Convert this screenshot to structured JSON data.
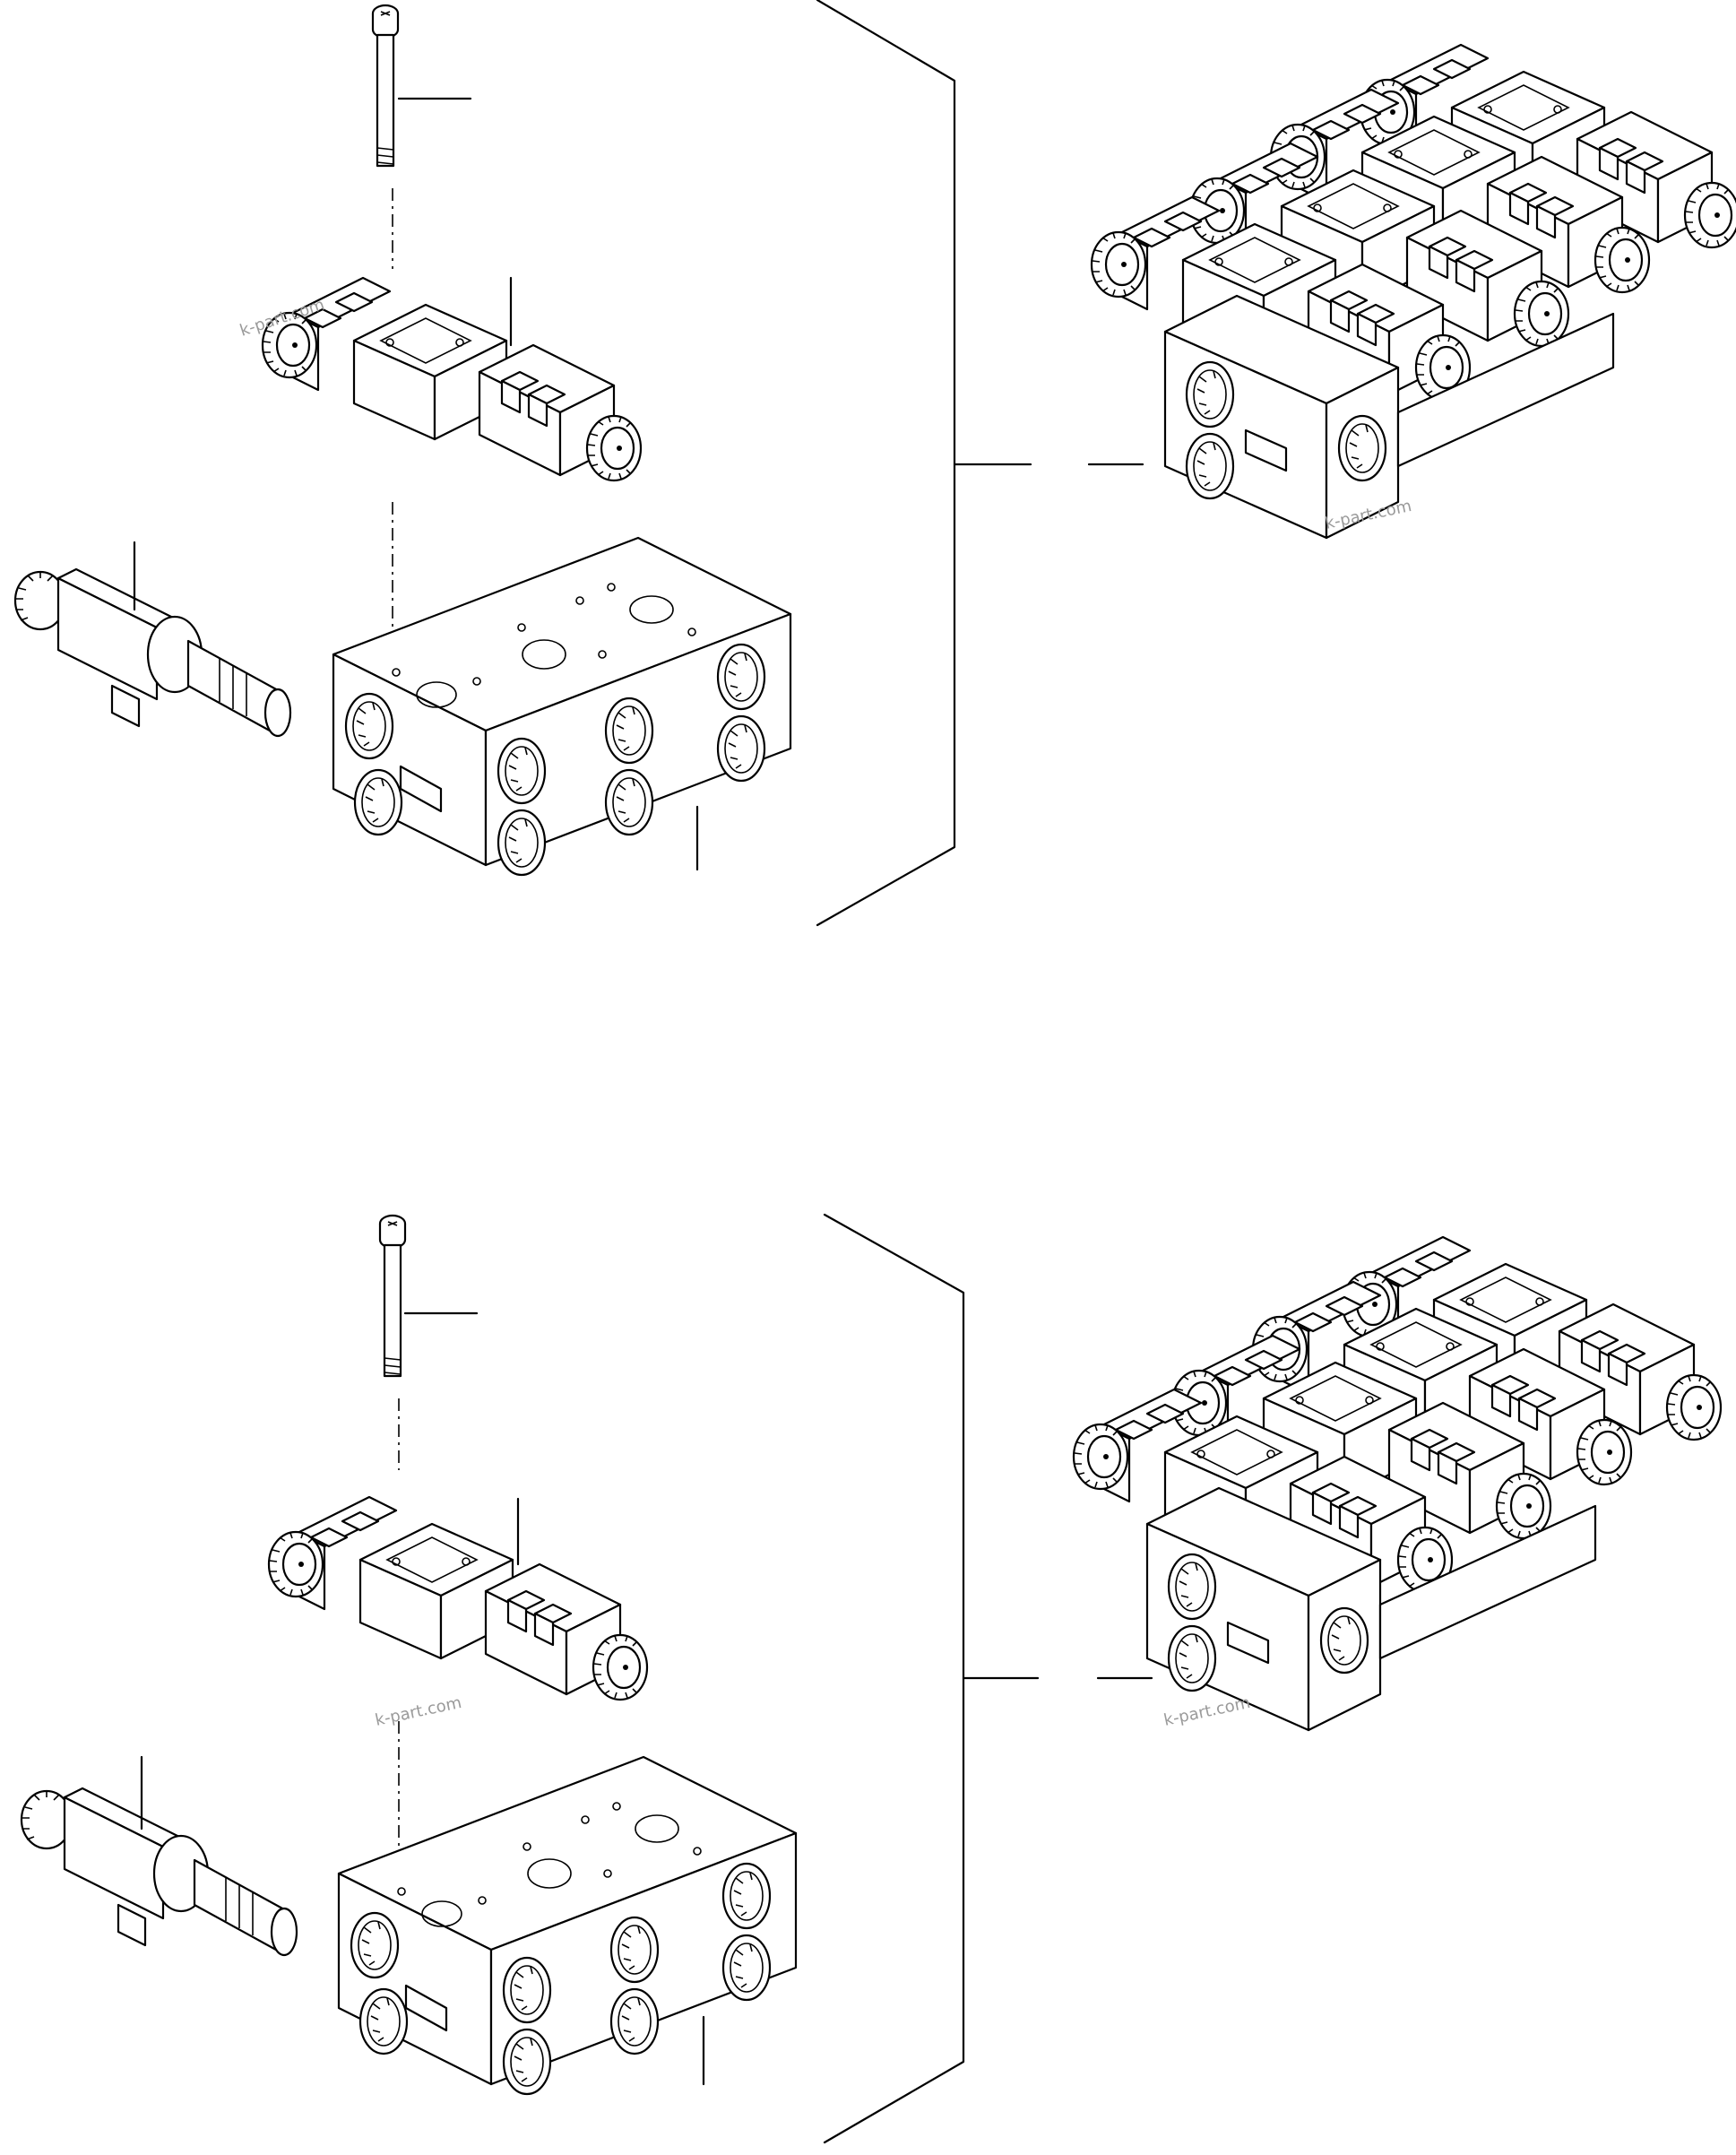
{
  "watermark": "k-part.com",
  "colors": {
    "line": "#000000",
    "background": "#ffffff",
    "watermark": "#9a9a9a"
  },
  "groups": [
    {
      "id": "upper",
      "parts": [
        "bolt",
        "solenoid-valve",
        "cartridge-valve",
        "manifold-block",
        "valve-assembly"
      ]
    },
    {
      "id": "lower",
      "parts": [
        "bolt",
        "solenoid-valve",
        "cartridge-valve",
        "manifold-block",
        "valve-assembly"
      ]
    }
  ]
}
